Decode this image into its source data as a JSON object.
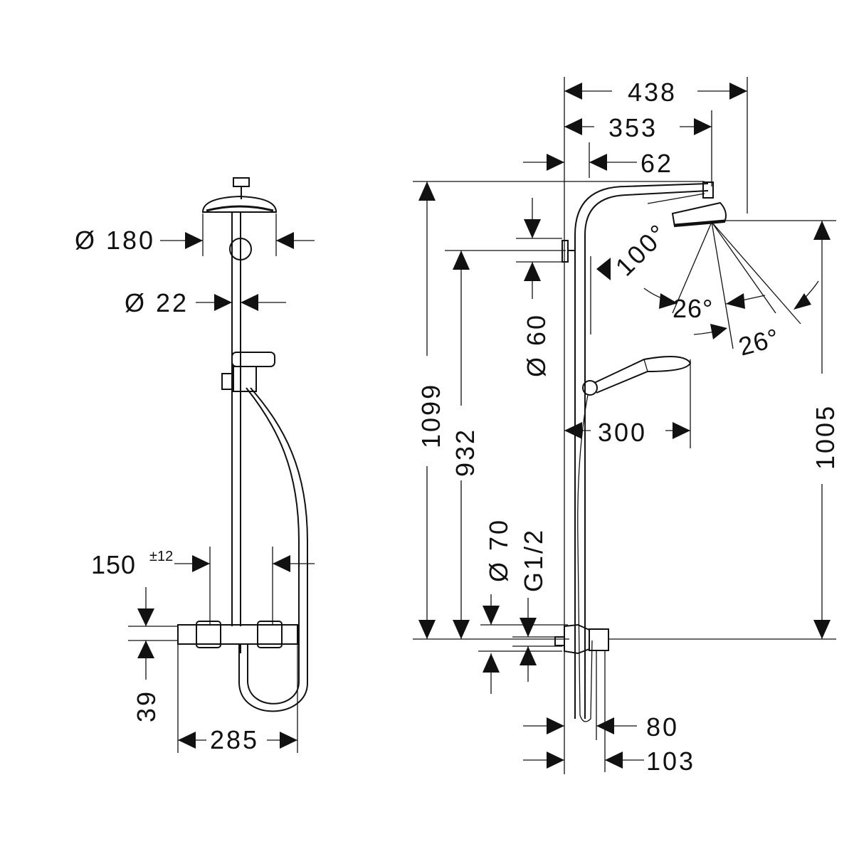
{
  "front_view": {
    "head_diameter": "Ø 180",
    "rail_diameter": "Ø 22",
    "centers": "150",
    "centers_tolerance": "±12",
    "mixer_height": "39",
    "mixer_width": "285"
  },
  "side_view": {
    "total_projection": "438",
    "arm_projection": "353",
    "wall_to_rail": "62",
    "total_height": "1099",
    "bracket_height": "932",
    "bracket_diameter": "Ø 60",
    "arm_angle": "100°",
    "spray_angle_1": "26°",
    "spray_angle_2": "26°",
    "hand_shower_length": "300",
    "head_height": "1005",
    "escutcheon_diameter": "Ø 70",
    "connection_thread": "G1/2",
    "mixer_depth": "80",
    "mixer_depth_total": "103"
  }
}
